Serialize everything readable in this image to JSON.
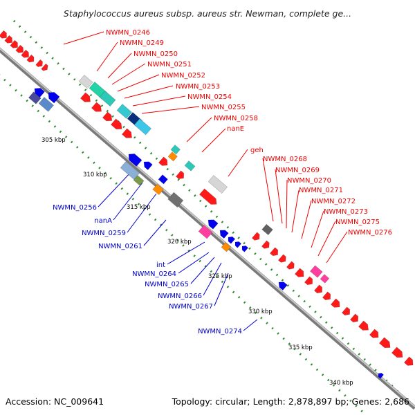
{
  "title": "Staphylococcus aureus subsp. aureus str. Newman, complete ge...",
  "footer": {
    "accession": "Accession: NC_009641",
    "summary": "Topology: circular; Length: 2,878,897 bp; Genes: 2,686"
  },
  "colors": {
    "forward_label": "#ee0000",
    "reverse_label": "#0000cc",
    "backbone": "#808080",
    "gc_ticks": "#2e8b2e"
  },
  "kbp_ticks": [
    "305 kbp",
    "310 kbp",
    "315 kbp",
    "320 kbp",
    "325 kbp",
    "330 kbp",
    "335 kbp",
    "340 kbp"
  ],
  "forward_genes": [
    "NWMN_0246",
    "NWMN_0249",
    "NWMN_0250",
    "NWMN_0251",
    "NWMN_0252",
    "NWMN_0253",
    "NWMN_0254",
    "NWMN_0255",
    "NWMN_0258",
    "nanE",
    "geh",
    "NWMN_0268",
    "NWMN_0269",
    "NWMN_0270",
    "NWMN_0271",
    "NWMN_0272",
    "NWMN_0273",
    "NWMN_0275",
    "NWMN_0276"
  ],
  "reverse_genes": [
    "NWMN_0256",
    "nanA",
    "NWMN_0259",
    "NWMN_0261",
    "int",
    "NWMN_0264",
    "NWMN_0265",
    "NWMN_0266",
    "NWMN_0267",
    "NWMN_0274"
  ]
}
